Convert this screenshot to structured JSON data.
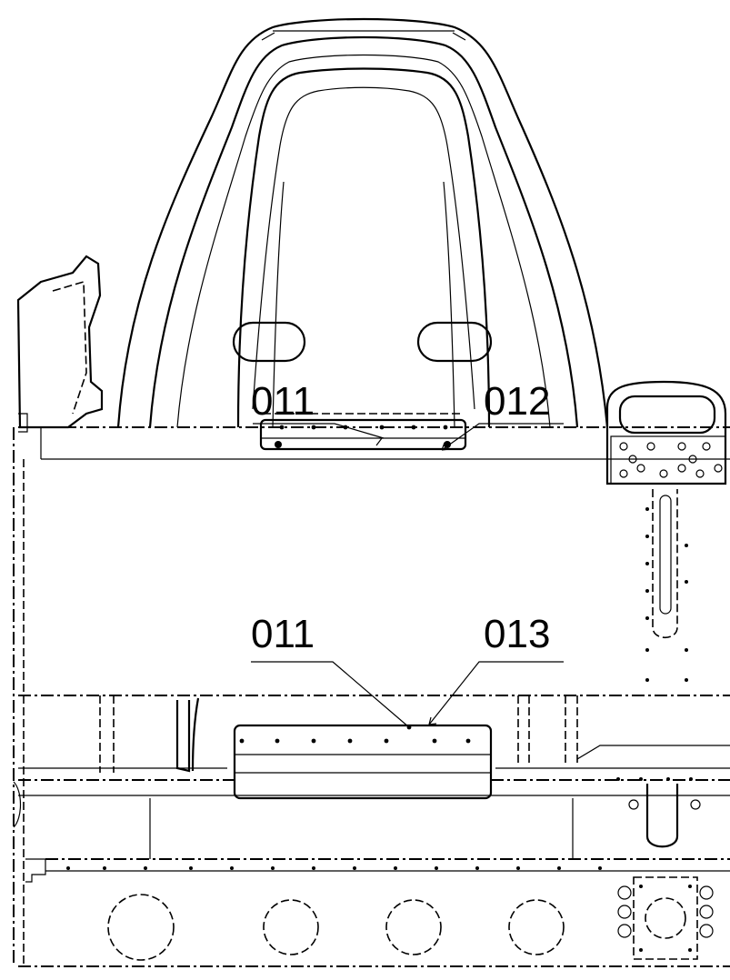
{
  "callouts": {
    "upper_left": "011",
    "upper_right": "012",
    "lower_left": "011",
    "lower_right": "013"
  }
}
